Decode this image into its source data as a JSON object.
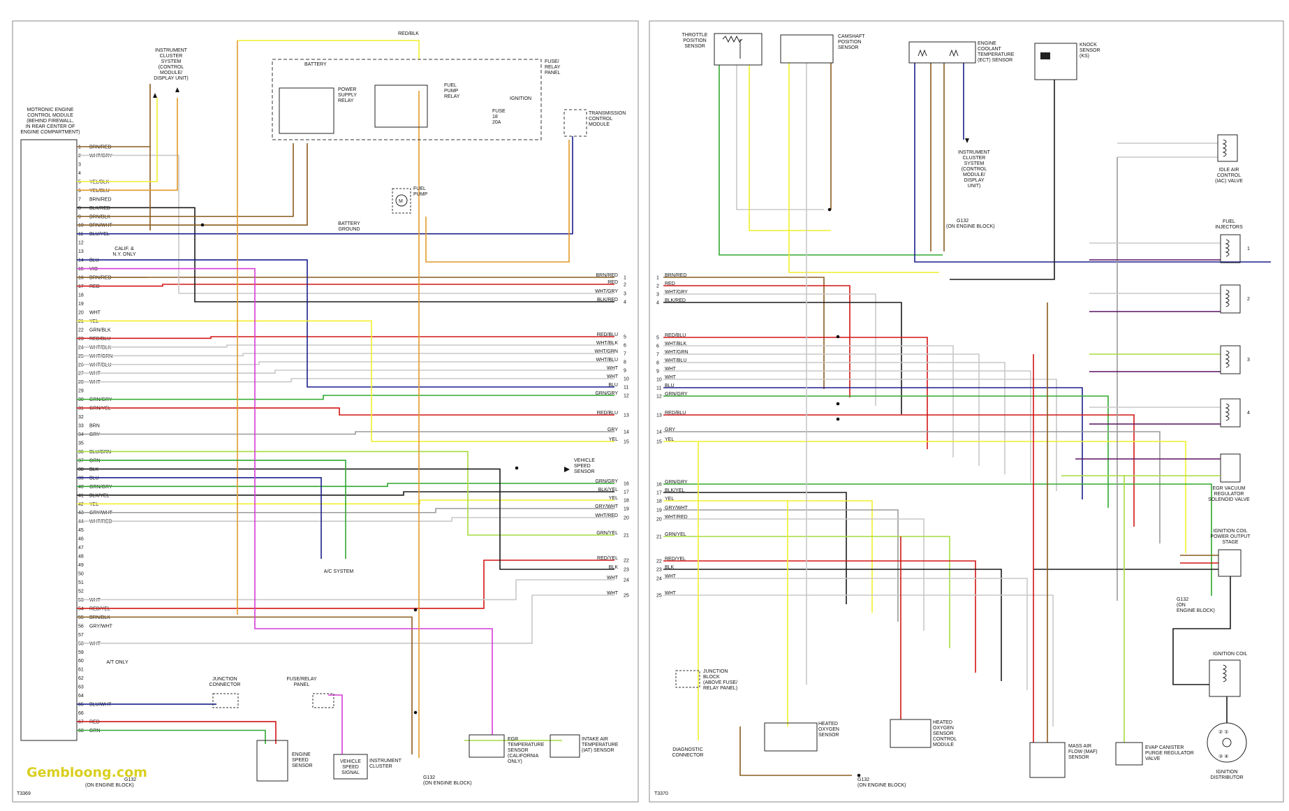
{
  "colors": {
    "BRN": "#8a5a1e",
    "RED": "#d31515",
    "WHT": "#c8c8c8",
    "GRY": "#9a9a9a",
    "YEL": "#f2ee2c",
    "BLK": "#1a1a1a",
    "BLU": "#1a1f8c",
    "GRN": "#2fa82f",
    "VIO": "#d63bd6",
    "ORN": "#e39a2a",
    "PUR": "#5a1060",
    "LGRN": "#a6dc3f"
  },
  "left_panel": {
    "ecm_title": [
      "MOTRONIC ENGINE",
      "CONTROL MODULE",
      "(BEHIND FIREWALL,",
      "IN REAR CENTER OF",
      "ENGINE COMPARTMENT)"
    ],
    "cluster_label": [
      "INSTRUMENT",
      "CLUSTER",
      "SYSTEM",
      "(CONTROL",
      "MODULE/",
      "DISPLAY UNIT)"
    ],
    "top_wire": "RED/BLK",
    "fuse_panel": [
      "FUSE/",
      "RELAY",
      "PANEL"
    ],
    "battery": "BATTERY",
    "power_relay": [
      "POWER",
      "SUPPLY",
      "RELAY"
    ],
    "fuel_relay": [
      "FUEL",
      "PUMP",
      "RELAY"
    ],
    "fuse_label": [
      "FUSE",
      "18",
      "20A"
    ],
    "ignition": "IGNITION",
    "trans_module": [
      "TRANSMISSION",
      "CONTROL",
      "MODULE"
    ],
    "fuel_pump": [
      "FUEL",
      "PUMP"
    ],
    "battery_ground": [
      "BATTERY",
      "GROUND"
    ],
    "calif": [
      "CALIF. &",
      "N.Y. ONLY"
    ],
    "vss": [
      "VEHICLE",
      "SPEED",
      "SENSOR"
    ],
    "ac_system": "A/C SYSTEM",
    "at_only": "A/T ONLY",
    "junction_connector": [
      "JUNCTION",
      "CONNECTOR"
    ],
    "fuse_relay_panel2": [
      "FUSE/RELAY",
      "PANEL"
    ],
    "engine_speed": [
      "ENGINE",
      "SPEED",
      "SENSOR"
    ],
    "vss_signal": [
      "VEHICLE",
      "SPEED",
      "SIGNAL"
    ],
    "instrument_cluster": [
      "INSTRUMENT",
      "CLUSTER"
    ],
    "egr_temp": [
      "EGR",
      "TEMPERATURE",
      "SENSOR",
      "(CALIFORNIA",
      "ONLY)"
    ],
    "iat": [
      "INTAKE AIR",
      "TEMPERATURE",
      "(IAT) SENSOR"
    ],
    "g132": [
      "G132",
      "(ON ENGINE BLOCK)"
    ],
    "g132_left": [
      "G132",
      "(ON ENGINE BLOCK)"
    ],
    "code": "T3369",
    "pins": [
      {
        "n": "1",
        "l": "BRN/RED"
      },
      {
        "n": "2",
        "l": "WHT/GRY"
      },
      {
        "n": "3",
        "l": ""
      },
      {
        "n": "4",
        "l": ""
      },
      {
        "n": "5",
        "l": "YEL/BLK"
      },
      {
        "n": "6",
        "l": "YEL/BLU"
      },
      {
        "n": "7",
        "l": "BRN/RED"
      },
      {
        "n": "8",
        "l": "BLK/RED"
      },
      {
        "n": "9",
        "l": "BRN/BLK"
      },
      {
        "n": "10",
        "l": "BRN/WHT"
      },
      {
        "n": "11",
        "l": "BLU/YEL"
      },
      {
        "n": "12",
        "l": ""
      },
      {
        "n": "13",
        "l": ""
      },
      {
        "n": "14",
        "l": "BLU"
      },
      {
        "n": "15",
        "l": "VIO"
      },
      {
        "n": "16",
        "l": "BRN/RED"
      },
      {
        "n": "17",
        "l": "RED"
      },
      {
        "n": "18",
        "l": ""
      },
      {
        "n": "19",
        "l": ""
      },
      {
        "n": "20",
        "l": "WHT"
      },
      {
        "n": "21",
        "l": "YEL"
      },
      {
        "n": "22",
        "l": "GRN/BLK"
      },
      {
        "n": "23",
        "l": "RED/BLU"
      },
      {
        "n": "24",
        "l": "WHT/BLK"
      },
      {
        "n": "25",
        "l": "WHT/GRN"
      },
      {
        "n": "26",
        "l": "WHT/BLU"
      },
      {
        "n": "27",
        "l": "WHT"
      },
      {
        "n": "28",
        "l": "WHT"
      },
      {
        "n": "29",
        "l": ""
      },
      {
        "n": "30",
        "l": "GRN/GRY"
      },
      {
        "n": "31",
        "l": "GRN/YEL"
      },
      {
        "n": "32",
        "l": ""
      },
      {
        "n": "33",
        "l": "BRN"
      },
      {
        "n": "34",
        "l": "GRY"
      },
      {
        "n": "35",
        "l": ""
      },
      {
        "n": "36",
        "l": "BLU/GRN"
      },
      {
        "n": "37",
        "l": "GRN"
      },
      {
        "n": "38",
        "l": "BLK"
      },
      {
        "n": "39",
        "l": "BLU"
      },
      {
        "n": "40",
        "l": "GRN/GRY"
      },
      {
        "n": "41",
        "l": "BLK/YEL"
      },
      {
        "n": "42",
        "l": "YEL"
      },
      {
        "n": "43",
        "l": "GRY/WHT"
      },
      {
        "n": "44",
        "l": "WHT/RED"
      },
      {
        "n": "45",
        "l": ""
      },
      {
        "n": "46",
        "l": ""
      },
      {
        "n": "47",
        "l": ""
      },
      {
        "n": "48",
        "l": ""
      },
      {
        "n": "49",
        "l": ""
      },
      {
        "n": "50",
        "l": ""
      },
      {
        "n": "51",
        "l": ""
      },
      {
        "n": "52",
        "l": ""
      },
      {
        "n": "53",
        "l": "WHT"
      },
      {
        "n": "54",
        "l": "RED/YEL"
      },
      {
        "n": "55",
        "l": "BRN/BLK"
      },
      {
        "n": "56",
        "l": "GRY/WHT"
      },
      {
        "n": "57",
        "l": ""
      },
      {
        "n": "58",
        "l": "WHT"
      },
      {
        "n": "59",
        "l": ""
      },
      {
        "n": "60",
        "l": ""
      },
      {
        "n": "61",
        "l": ""
      },
      {
        "n": "62",
        "l": ""
      },
      {
        "n": "63",
        "l": ""
      },
      {
        "n": "64",
        "l": ""
      },
      {
        "n": "65",
        "l": "BLU/WHT"
      },
      {
        "n": "66",
        "l": ""
      },
      {
        "n": "67",
        "l": "RED"
      },
      {
        "n": "68",
        "l": "GRN"
      }
    ],
    "right_edge": [
      {
        "n": "1",
        "l": "BRN/RED"
      },
      {
        "n": "2",
        "l": "RED"
      },
      {
        "n": "3",
        "l": "WHT/GRY"
      },
      {
        "n": "4",
        "l": "BLK/RED"
      },
      {
        "n": "5",
        "l": "RED/BLU"
      },
      {
        "n": "6",
        "l": "WHT/BLK"
      },
      {
        "n": "7",
        "l": "WHT/GRN"
      },
      {
        "n": "8",
        "l": "WHT/BLU"
      },
      {
        "n": "9",
        "l": "WHT"
      },
      {
        "n": "10",
        "l": "WHT"
      },
      {
        "n": "11",
        "l": "BLU"
      },
      {
        "n": "12",
        "l": "GRN/GRY"
      },
      {
        "n": "13",
        "l": "RED/BLU"
      },
      {
        "n": "14",
        "l": "GRY"
      },
      {
        "n": "15",
        "l": "YEL"
      },
      {
        "n": "16",
        "l": "GRN/GRY"
      },
      {
        "n": "17",
        "l": "BLK/YEL"
      },
      {
        "n": "18",
        "l": "YEL"
      },
      {
        "n": "19",
        "l": "GRY/WHT"
      },
      {
        "n": "20",
        "l": "WHT/RED"
      },
      {
        "n": "21",
        "l": "GRN/YEL"
      },
      {
        "n": "22",
        "l": "RED/YEL"
      },
      {
        "n": "23",
        "l": "BLK"
      },
      {
        "n": "24",
        "l": "WHT"
      },
      {
        "n": "25",
        "l": "WHT"
      }
    ]
  },
  "right_panel": {
    "tps": [
      "THROTTLE",
      "POSITION",
      "SENSOR"
    ],
    "cmp": [
      "CAMSHAFT",
      "POSITION",
      "SENSOR"
    ],
    "ect": [
      "ENGINE",
      "COOLANT",
      "TEMPERATURE",
      "(ECT) SENSOR"
    ],
    "knock": [
      "KNOCK",
      "SENSOR",
      "(KS)"
    ],
    "cluster": [
      "INSTRUMENT",
      "CLUSTER",
      "SYSTEM",
      "(CONTROL",
      "MODULE/",
      "DISPLAY",
      "UNIT)"
    ],
    "g132_top": [
      "G132",
      "(ON ENGINE BLOCK)"
    ],
    "iac": [
      "IDLE AIR",
      "CONTROL",
      "(IAC) VALVE"
    ],
    "injectors": [
      "FUEL",
      "INJECTORS"
    ],
    "egr_valve": [
      "EGR VACUUM",
      "REGULATOR",
      "SOLENOID VALVE"
    ],
    "ign_stage": [
      "IGNITION COIL",
      "POWER OUTPUT",
      "STAGE"
    ],
    "g132_right": [
      "G132",
      "(ON",
      "ENGINE BLOCK)"
    ],
    "ign_coil": "IGNITION COIL",
    "distributor": [
      "IGNITION",
      "DISTRIBUTOR"
    ],
    "junction_block": [
      "JUNCTION",
      "BLOCK",
      "(ABOVE FUSE/",
      "RELAY PANEL)"
    ],
    "diag": [
      "DIAGNOSTIC",
      "CONNECTOR"
    ],
    "ho2s": [
      "HEATED",
      "OXYGEN",
      "SENSOR"
    ],
    "ho2s_mod": [
      "HEATED",
      "OXYGEN",
      "SENSOR",
      "CONTROL",
      "MODULE"
    ],
    "maf": [
      "MASS AIR",
      "FLOW (MAF)",
      "SENSOR"
    ],
    "evap": [
      "EVAP CANISTER",
      "PURGE REGULATOR",
      "VALVE"
    ],
    "g132_bottom": [
      "G132",
      "(ON ENGINE BLOCK)"
    ],
    "code": "T3370",
    "left_edge": [
      {
        "n": "1",
        "l": "BRN/RED"
      },
      {
        "n": "2",
        "l": "RED"
      },
      {
        "n": "3",
        "l": "WHT/GRY"
      },
      {
        "n": "4",
        "l": "BLK/RED"
      },
      {
        "n": "5",
        "l": "RED/BLU"
      },
      {
        "n": "6",
        "l": "WHT/BLK"
      },
      {
        "n": "7",
        "l": "WHT/GRN"
      },
      {
        "n": "8",
        "l": "WHT/BLU"
      },
      {
        "n": "9",
        "l": "WHT"
      },
      {
        "n": "10",
        "l": "WHT"
      },
      {
        "n": "11",
        "l": "BLU"
      },
      {
        "n": "12",
        "l": "GRN/GRY"
      },
      {
        "n": "13",
        "l": "RED/BLU"
      },
      {
        "n": "14",
        "l": "GRY"
      },
      {
        "n": "15",
        "l": "YEL"
      },
      {
        "n": "16",
        "l": "GRN/GRY"
      },
      {
        "n": "17",
        "l": "BLK/YEL"
      },
      {
        "n": "18",
        "l": "YEL"
      },
      {
        "n": "19",
        "l": "GRY/WHT"
      },
      {
        "n": "20",
        "l": "WHT/RED"
      },
      {
        "n": "21",
        "l": "GRN/YEL"
      },
      {
        "n": "22",
        "l": "RED/YEL"
      },
      {
        "n": "23",
        "l": "BLK"
      },
      {
        "n": "24",
        "l": "WHT"
      },
      {
        "n": "25",
        "l": "WHT"
      }
    ]
  },
  "watermark": "Gembloong.com"
}
